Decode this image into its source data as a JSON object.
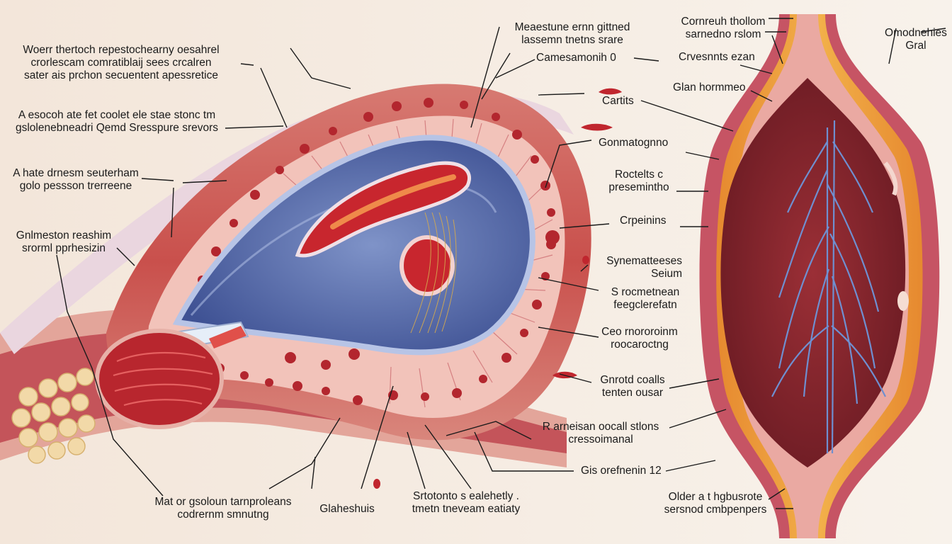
{
  "labels": {
    "l1": [
      "Woerr thertoch repestochearny oesahrel",
      "crorlescam comratiblaij sees crcalren",
      "sater ais prchon secuentent apessretice"
    ],
    "l2": [
      "A esocoh ate fet coolet ele stae stonc tm",
      "gslolenebneadri Qemd Sresspure srevors"
    ],
    "l3": [
      "A hate drnesm seuterham",
      "golo pessson trerreene"
    ],
    "l4": [
      "Gnlmeston reashim",
      "srorml pprhesizin"
    ],
    "l5": [
      "Mat or gsoloun tarnproleans",
      "codrernm smnutng"
    ],
    "l6": [
      "Glaheshuis"
    ],
    "l7": [
      "Srtotonto s ealehetly .",
      "tmetn tneveam eatiaty"
    ],
    "t1": [
      "Meaestune ernn gittned",
      "lassemn tnetns srare"
    ],
    "t2": [
      "Camesamonih 0"
    ],
    "t3": [
      "Cartits"
    ],
    "t4": [
      "Gonmatognno"
    ],
    "t5": [
      "Roctelts c",
      "presemintho"
    ],
    "t6": [
      "Crpeinins"
    ],
    "t7": [
      "Synematteeses",
      "Seium"
    ],
    "t8": [
      "S rocmetnean",
      "feegclerefatn"
    ],
    "t9": [
      "Ceo rnororoinm",
      "roocaroctng"
    ],
    "t10": [
      "Gnrotd coalls",
      "tenten ousar"
    ],
    "t11": [
      "R arneisan oocall stlons",
      "cressoimanal"
    ],
    "t12": [
      "Gis orefnenin 12"
    ],
    "r1": [
      "Cornreuh thollom",
      "sarnedno rslom"
    ],
    "r2": [
      "Omodnehies",
      "Gral"
    ],
    "r3": [
      "Crvesnnts ezan"
    ],
    "r4": [
      "Glan hormmeo"
    ],
    "r5": [
      "Older a t hgbusrote",
      "sersnod cmbpenpers"
    ]
  }
}
